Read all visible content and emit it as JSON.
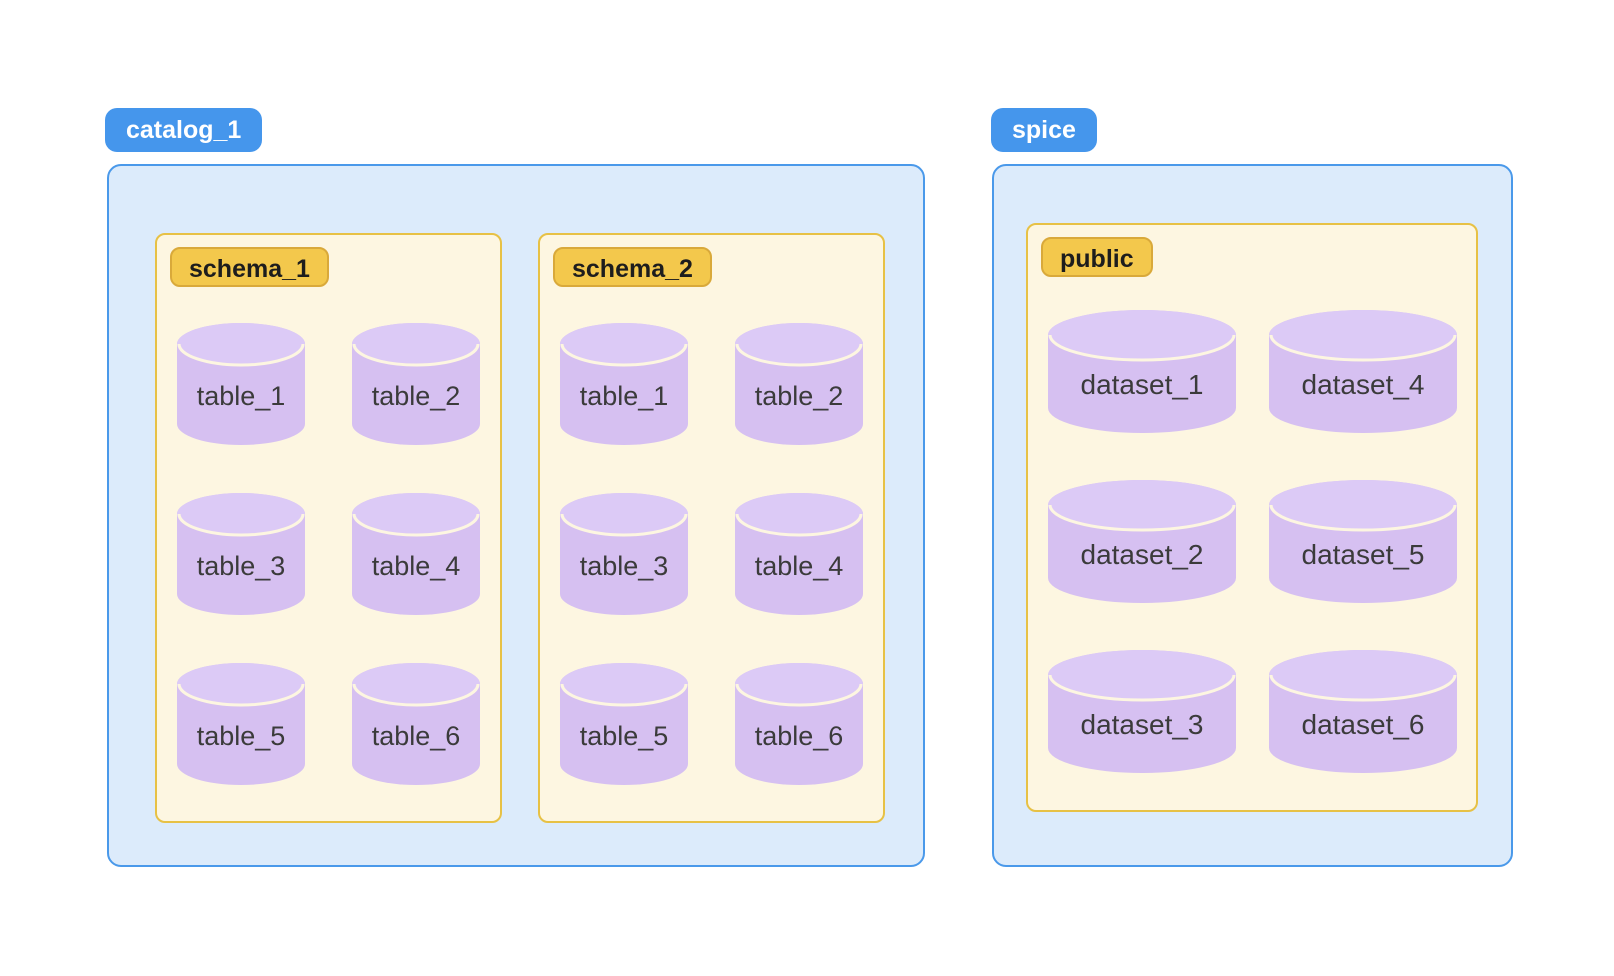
{
  "colors": {
    "page_bg": "#ffffff",
    "group_badge_bg": "#4596ec",
    "group_badge_text": "#ffffff",
    "group_box_bg": "#dcebfb",
    "group_box_border": "#4a99ea",
    "container_box_bg": "#fdf6e1",
    "container_box_border": "#e7c145",
    "container_badge_bg": "#f3c84c",
    "container_badge_border": "#d9a93a",
    "container_badge_text": "#1d1d1d",
    "cylinder_body": "#d6c0f1",
    "cylinder_top": "#dccaf6",
    "cylinder_seam": "#fdf6e1",
    "cylinder_text": "#3b3b3b"
  },
  "diagram": {
    "groups": [
      {
        "label": "catalog_1",
        "containers": [
          {
            "label": "schema_1",
            "item_type": "table",
            "items": [
              "table_1",
              "table_2",
              "table_3",
              "table_4",
              "table_5",
              "table_6"
            ]
          },
          {
            "label": "schema_2",
            "item_type": "table",
            "items": [
              "table_1",
              "table_2",
              "table_3",
              "table_4",
              "table_5",
              "table_6"
            ]
          }
        ]
      },
      {
        "label": "spice",
        "containers": [
          {
            "label": "public",
            "item_type": "dataset",
            "items": [
              "dataset_1",
              "dataset_4",
              "dataset_2",
              "dataset_5",
              "dataset_3",
              "dataset_6"
            ]
          }
        ]
      }
    ]
  }
}
